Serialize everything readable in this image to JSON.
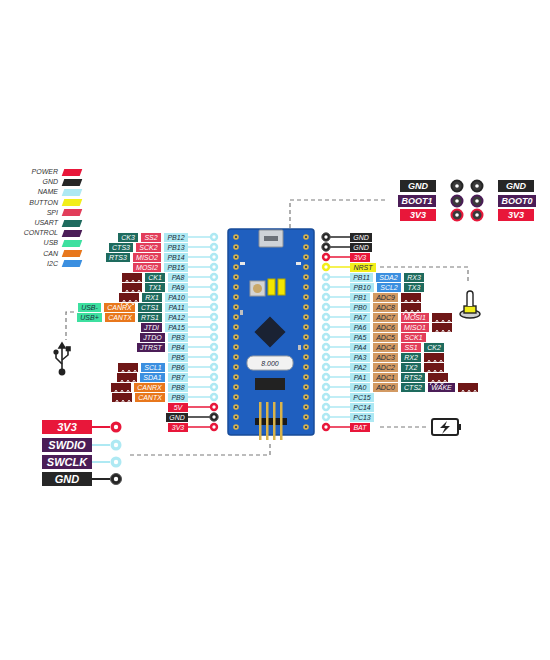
{
  "diagram": {
    "labels": [
      "GND",
      "GND",
      "BOOT1",
      "BOOT0",
      "3V3",
      "3V3",
      "CK3",
      "SS2",
      "PB12",
      "CTS3",
      "SCK2",
      "PB13",
      "RTS3",
      "MISO2",
      "PB14",
      "MOSI2",
      "PB15",
      "CK1",
      "PA8",
      "TX1",
      "PA9",
      "RX1",
      "PA10",
      "USB-",
      "CANRX",
      "CTS1",
      "PA11",
      "USB+",
      "CANTX",
      "RTS1",
      "PA12",
      "JTDI",
      "PA15",
      "JTDO",
      "PB3",
      "JTRST",
      "PB4",
      "PB5",
      "SCL1",
      "PB6",
      "SDA1",
      "PB7",
      "CANRX",
      "PB8",
      "CANTX",
      "PB9",
      "5V",
      "GND",
      "3V3",
      "GND",
      "GND",
      "3V3",
      "NRST",
      "PB11",
      "SDA2",
      "RX3",
      "PB10",
      "SCL2",
      "TX3",
      "PB1",
      "ADC9",
      "PB0",
      "ADC8",
      "PA7",
      "ADC7",
      "MOSI1",
      "PA6",
      "ADC6",
      "MISO1",
      "PA5",
      "ADC5",
      "SCK1",
      "PA4",
      "ADC4",
      "SS1",
      "CK2",
      "PA3",
      "ADC3",
      "RX2",
      "PA2",
      "ADC2",
      "TX2",
      "PA1",
      "ADC1",
      "RTS2",
      "PA0",
      "ADC0",
      "CTS2",
      "WAKE",
      "PC15",
      "PC14",
      "PC13",
      "BAT",
      "8.000",
      "3V3",
      "SWDIO",
      "SWCLK",
      "GND"
    ],
    "legend": [
      {
        "text": "POWER",
        "color": "#e8173a"
      },
      {
        "text": "GND",
        "color": "#262626"
      },
      {
        "text": "NAME",
        "color": "#aee9f3"
      },
      {
        "text": "BUTTON",
        "color": "#f2ee1a"
      },
      {
        "text": "SPI",
        "color": "#e23d5a"
      },
      {
        "text": "USART",
        "color": "#1e6b5e"
      },
      {
        "text": "CONTROL",
        "color": "#4b1d57"
      },
      {
        "text": "USB",
        "color": "#3de0a0"
      },
      {
        "text": "CAN",
        "color": "#e8771c"
      },
      {
        "text": "I2C",
        "color": "#3b8fe0"
      }
    ]
  }
}
